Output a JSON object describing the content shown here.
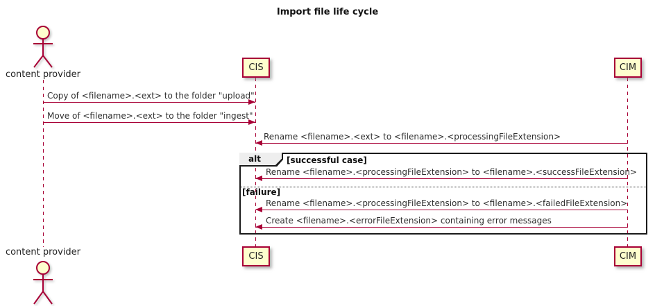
{
  "title": "Import file life cycle",
  "colors": {
    "accent": "#A80036",
    "participant_fill": "#FEFECE",
    "frame_border": "#1a1a1a",
    "alt_label_fill": "#EEEEEE"
  },
  "actors": {
    "top": {
      "label": "content provider"
    },
    "bottom": {
      "label": "content provider"
    }
  },
  "participants": {
    "cis": {
      "label": "CIS"
    },
    "cim": {
      "label": "CIM"
    }
  },
  "messages": [
    {
      "from": "content provider",
      "to": "CIS",
      "direction": "right",
      "text": "Copy of <filename>.<ext> to the folder \"upload\""
    },
    {
      "from": "content provider",
      "to": "CIS",
      "direction": "right",
      "text": "Move of <filename>.<ext> to the folder \"ingest\""
    },
    {
      "from": "CIM",
      "to": "CIS",
      "direction": "left",
      "text": "Rename <filename>.<ext> to <filename>.<processingFileExtension>"
    }
  ],
  "alt_block": {
    "keyword": "alt",
    "sections": [
      {
        "condition": "[successful case]",
        "messages": [
          {
            "from": "CIM",
            "to": "CIS",
            "direction": "left",
            "text": "Rename <filename>.<processingFileExtension> to <filename>.<successFileExtension>"
          }
        ]
      },
      {
        "condition": "[failure]",
        "messages": [
          {
            "from": "CIM",
            "to": "CIS",
            "direction": "left",
            "text": "Rename <filename>.<processingFileExtension> to <filename>.<failedFileExtension>"
          },
          {
            "from": "CIM",
            "to": "CIS",
            "direction": "left",
            "text": "Create <filename>.<errorFileExtension> containing error messages"
          }
        ]
      }
    ]
  }
}
